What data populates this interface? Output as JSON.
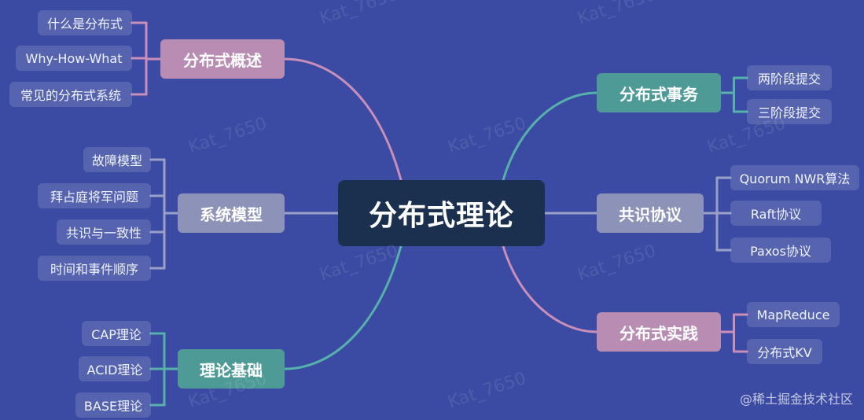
{
  "root": "分布式理论",
  "colors": {
    "background": "#3b4aa2",
    "root": "#1b2f4e",
    "pink": "#b98db3",
    "gray": "#8d93b8",
    "teal": "#4e9a97",
    "link_pink": "#c98fb8",
    "link_teal": "#55b1aa",
    "link_gray": "#9aa0c8"
  },
  "branches": [
    {
      "label": "分布式概述",
      "color": "pink",
      "leaves": [
        "什么是分布式",
        "Why-How-What",
        "常见的分布式系统"
      ]
    },
    {
      "label": "系统模型",
      "color": "gray",
      "leaves": [
        "故障模型",
        "拜占庭将军问题",
        "共识与一致性",
        "时间和事件顺序"
      ]
    },
    {
      "label": "理论基础",
      "color": "teal",
      "leaves": [
        "CAP理论",
        "ACID理论",
        "BASE理论"
      ]
    },
    {
      "label": "分布式事务",
      "color": "teal",
      "leaves": [
        "两阶段提交",
        "三阶段提交"
      ]
    },
    {
      "label": "共识协议",
      "color": "gray",
      "leaves": [
        "Quorum NWR算法",
        "Raft协议",
        "Paxos协议"
      ]
    },
    {
      "label": "分布式实践",
      "color": "pink",
      "leaves": [
        "MapReduce",
        "分布式KV"
      ]
    }
  ],
  "watermark": "Kat_7650",
  "site_watermark": "@稀土掘金技术社区"
}
